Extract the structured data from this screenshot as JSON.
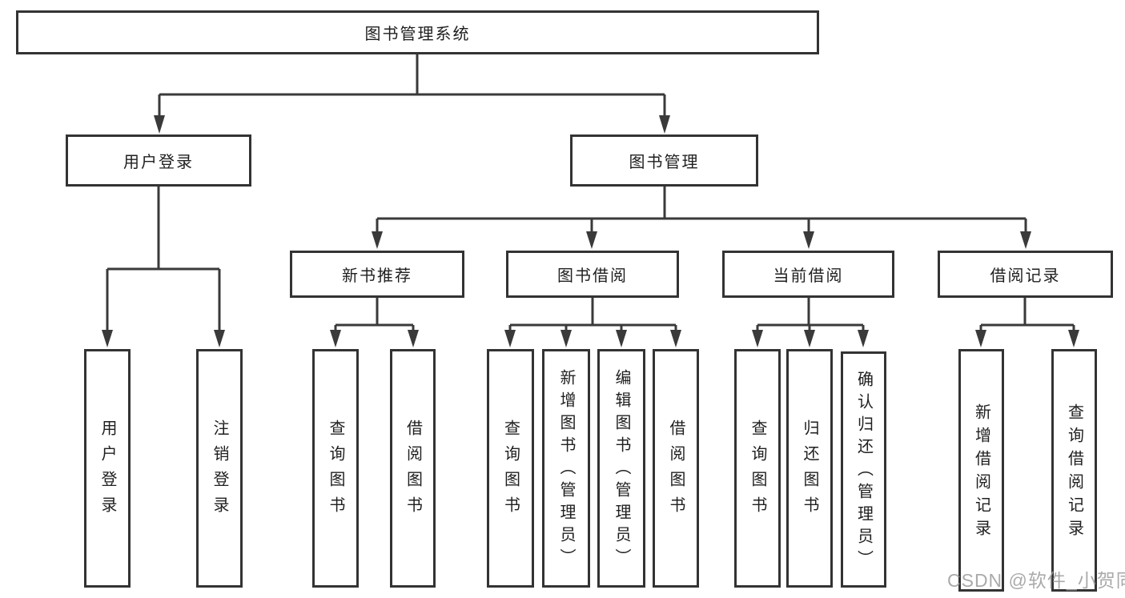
{
  "diagram": {
    "title": "图书管理系统",
    "level2": {
      "user_login": "用户登录",
      "book_mgmt": "图书管理"
    },
    "level3": {
      "new_books": "新书推荐",
      "borrowing": "图书借阅",
      "current": "当前借阅",
      "records": "借阅记录"
    },
    "leaves": {
      "user_login": "用户登录",
      "logout": "注销登录",
      "nb_query": "查询图书",
      "nb_borrow": "借阅图书",
      "bb_query": "查询图书",
      "bb_add": "新增图书（管理员）",
      "bb_edit": "编辑图书（管理员）",
      "bb_borrow": "借阅图书",
      "cb_query": "查询图书",
      "cb_return": "归还图书",
      "cb_confirm": "确认归还（管理员）",
      "rec_add": "新增借阅记录",
      "rec_query": "查询借阅记录"
    }
  },
  "watermark": {
    "text": "CSDN @软件_小贺同学"
  },
  "colors": {
    "line": "#3a3a3a",
    "box_border": "#333333",
    "text": "#1f1f1f",
    "watermark": "#9e9e9e",
    "background": "#ffffff"
  }
}
